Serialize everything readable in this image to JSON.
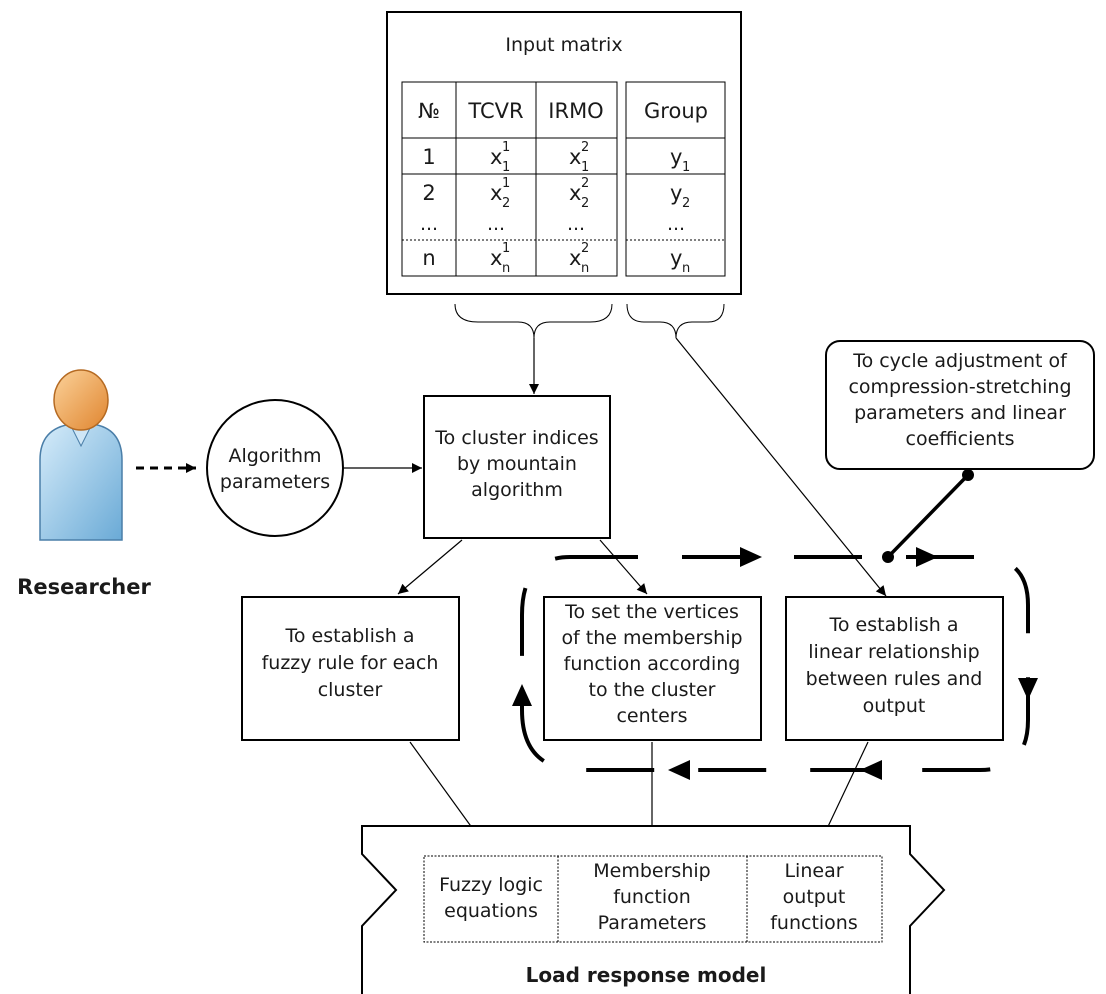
{
  "input_matrix": {
    "title": "Input matrix",
    "headers": [
      "№",
      "TCVR",
      "IRMO"
    ],
    "group_header": "Group",
    "rows": [
      {
        "num": "1",
        "x1": "x",
        "x1_sub": "1",
        "x1_sup": "1",
        "x2": "x",
        "x2_sub": "1",
        "x2_sup": "2",
        "y": "y",
        "y_sub": "1"
      },
      {
        "num": "2",
        "x1": "x",
        "x1_sub": "2",
        "x1_sup": "1",
        "x2": "x",
        "x2_sub": "2",
        "x2_sup": "2",
        "y": "y",
        "y_sub": "2"
      },
      {
        "num": "...",
        "x1": "...",
        "x2": "...",
        "y": "..."
      },
      {
        "num": "n",
        "x1": "x",
        "x1_sub": "n",
        "x1_sup": "1",
        "x2": "x",
        "x2_sub": "n",
        "x2_sup": "2",
        "y": "y",
        "y_sub": "n"
      }
    ]
  },
  "researcher": {
    "label": "Researcher"
  },
  "algorithm_params": {
    "line1": "Algorithm",
    "line2": "parameters"
  },
  "cluster_box": {
    "line1": "To cluster indices",
    "line2": "by mountain",
    "line3": "algorithm"
  },
  "cycle_note": {
    "line1": "To cycle adjustment of",
    "line2": "compression-stretching",
    "line3": "parameters and linear",
    "line4": "coefficients"
  },
  "fuzzy_rule_box": {
    "line1": "To establish a",
    "line2": "fuzzy rule for each",
    "line3": "cluster"
  },
  "vertices_box": {
    "line1": "To set the vertices",
    "line2": "of the membership",
    "line3": "function according",
    "line4": "to the cluster",
    "line5": "centers"
  },
  "linear_box": {
    "line1": "To establish a",
    "line2": "linear relationship",
    "line3": "between rules and",
    "line4": "output"
  },
  "model": {
    "title": "Load response model",
    "cell1": {
      "line1": "Fuzzy logic",
      "line2": "equations"
    },
    "cell2": {
      "line1": "Membership",
      "line2": "function",
      "line3": "Parameters"
    },
    "cell3": {
      "line1": "Linear",
      "line2": "output",
      "line3": "functions"
    }
  },
  "colors": {
    "avatar_head": "#f0a24e",
    "avatar_body": "#8ec3e6",
    "stroke": "#000000"
  }
}
